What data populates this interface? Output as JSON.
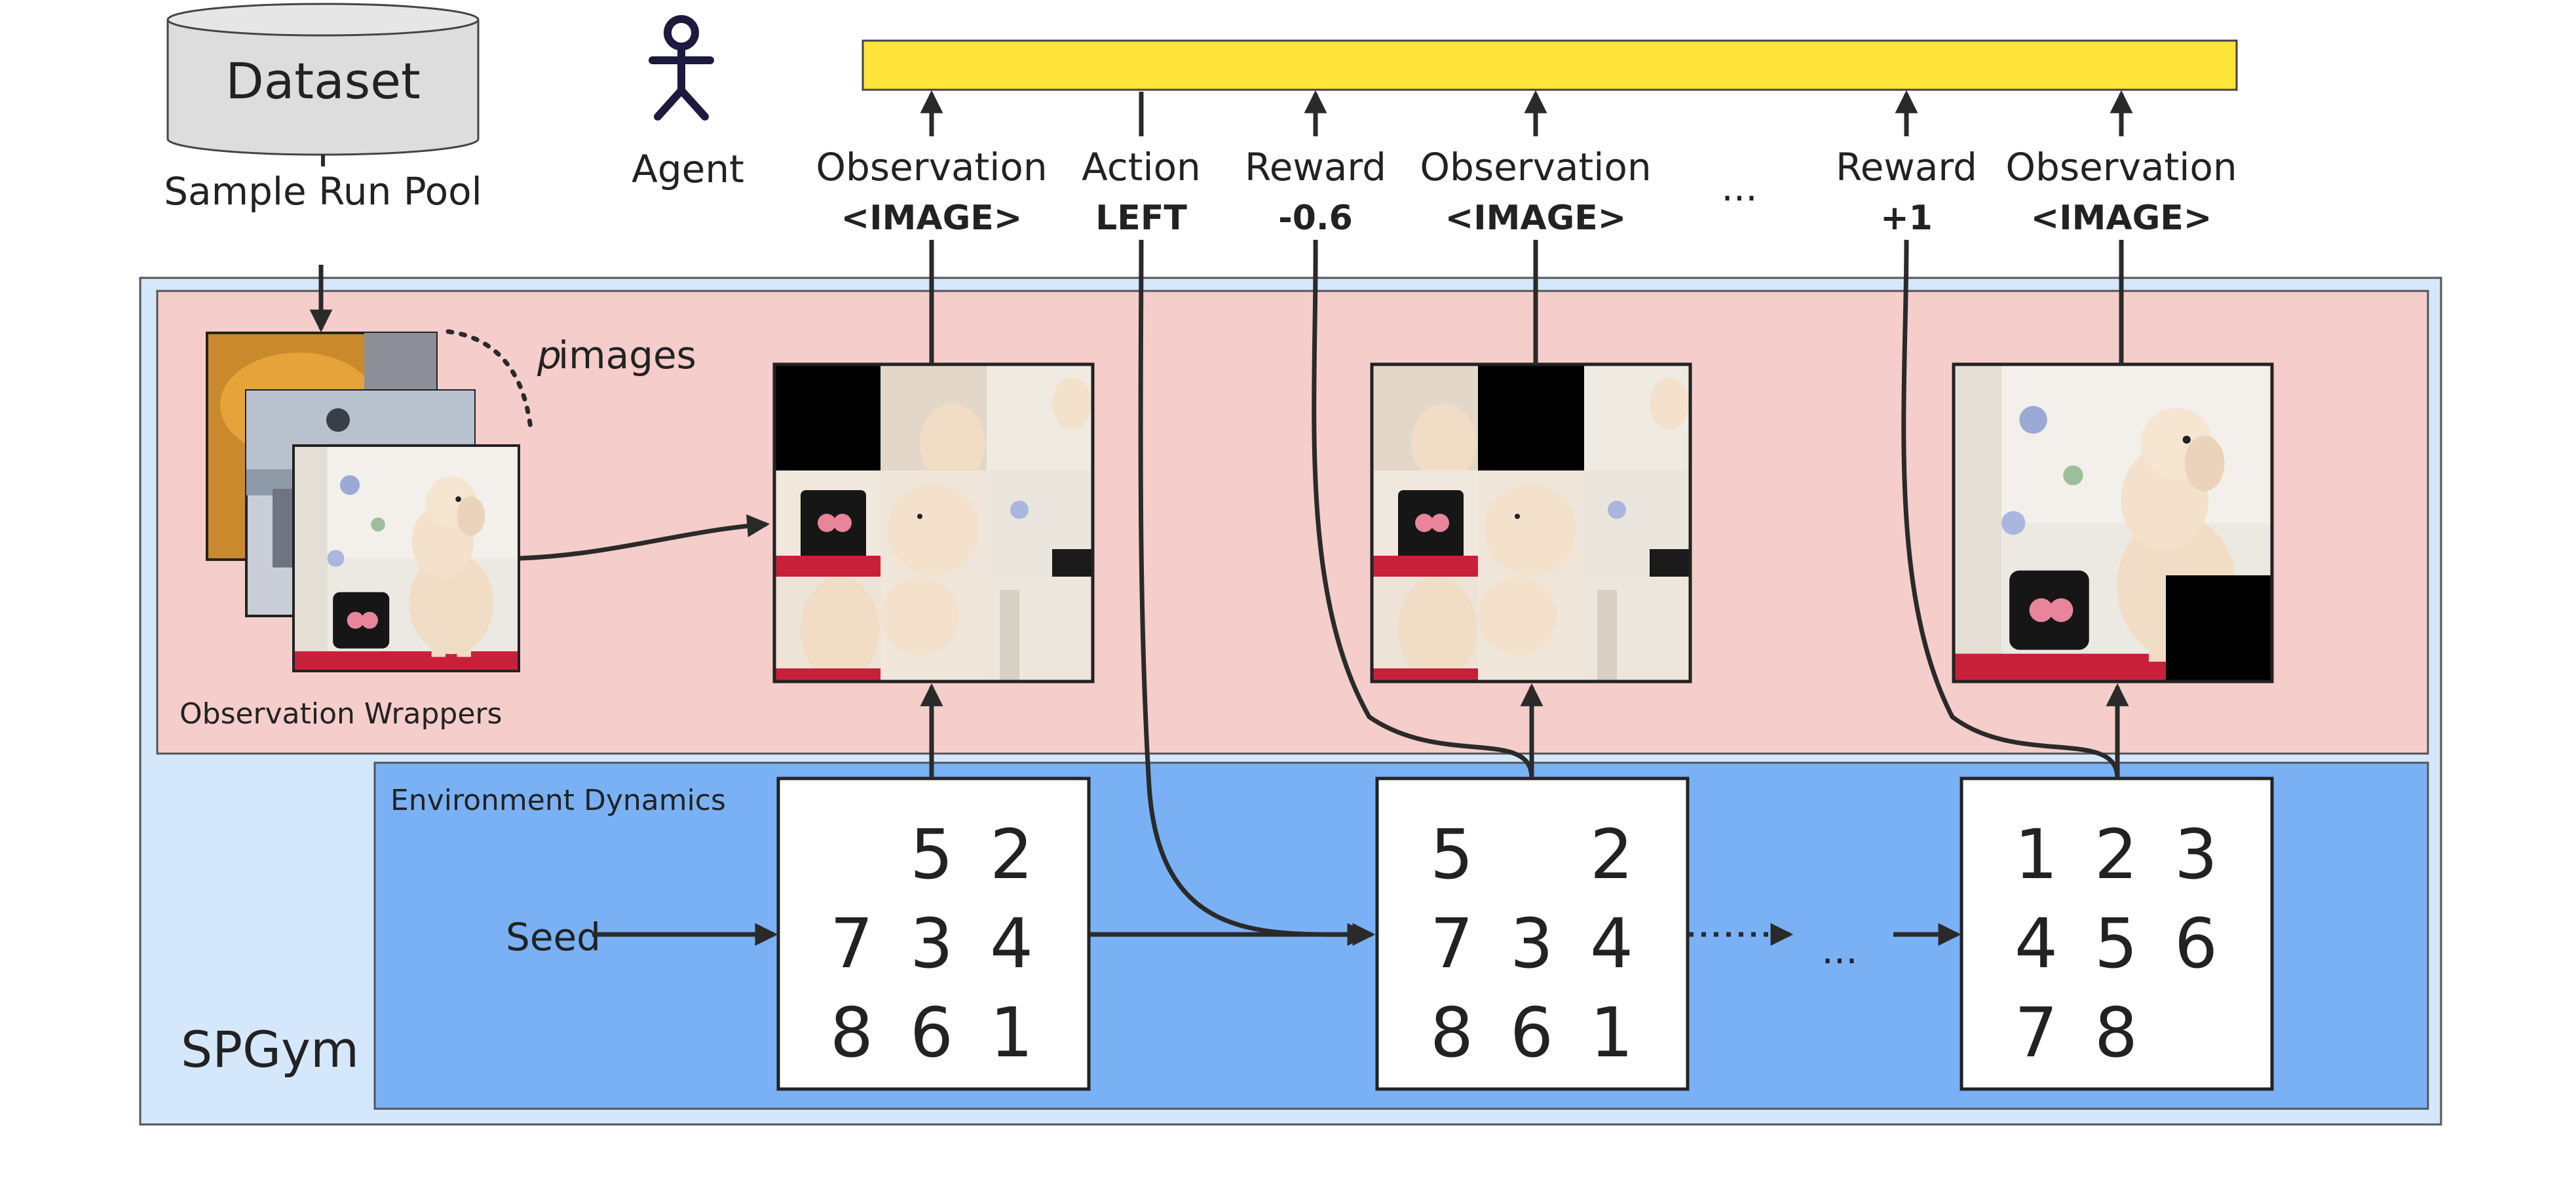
{
  "dataset": {
    "title": "Dataset",
    "caption": "Sample Run Pool"
  },
  "agent": {
    "label": "Agent"
  },
  "trajectory": [
    {
      "label": "Observation",
      "value": "<IMAGE>"
    },
    {
      "label": "Action",
      "value": "LEFT"
    },
    {
      "label": "Reward",
      "value": "-0.6"
    },
    {
      "label": "Observation",
      "value": "<IMAGE>"
    },
    {
      "label": "...",
      "value": ""
    },
    {
      "label": "Reward",
      "value": "+1"
    },
    {
      "label": "Observation",
      "value": "<IMAGE>"
    }
  ],
  "observation_wrappers": {
    "label": "Observation Wrappers",
    "images_var": "p",
    "images_label": " images"
  },
  "environment_dynamics": {
    "label": "Environment Dynamics",
    "seed_label": "Seed"
  },
  "spgym": {
    "label": "SPGym"
  },
  "ellipsis": "...",
  "puzzles": [
    {
      "cells": [
        "",
        "5",
        "2",
        "7",
        "3",
        "4",
        "8",
        "6",
        "1"
      ]
    },
    {
      "cells": [
        "5",
        "",
        "2",
        "7",
        "3",
        "4",
        "8",
        "6",
        "1"
      ]
    },
    {
      "cells": [
        "1",
        "2",
        "3",
        "4",
        "5",
        "6",
        "7",
        "8",
        ""
      ]
    }
  ],
  "colors": {
    "yellow_bar": "#FFE43A",
    "outer_panel": "#D4E7FB",
    "wrappers_panel": "#F5CDCB",
    "dynamics_panel": "#7AB1F5",
    "cylinder": "#DDDDDD",
    "agent": "#1C1A3E"
  }
}
